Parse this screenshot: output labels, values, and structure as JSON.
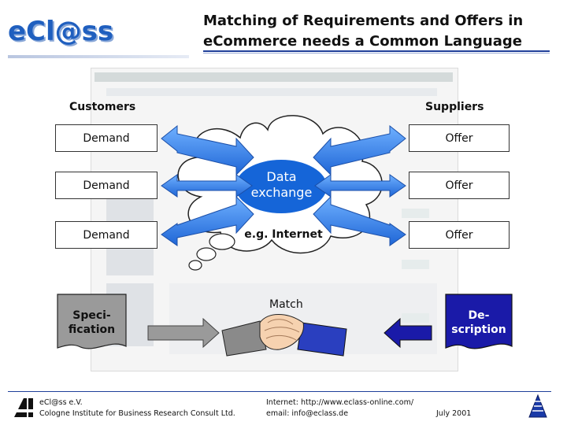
{
  "header": {
    "logo": "eCl@ss",
    "title_line1": "Matching of Requirements and Offers in",
    "title_line2": "eCommerce needs a Common Language"
  },
  "diagram": {
    "customers_label": "Customers",
    "suppliers_label": "Suppliers",
    "demand_labels": [
      "Demand",
      "Demand",
      "Demand"
    ],
    "offer_labels": [
      "Offer",
      "Offer",
      "Offer"
    ],
    "data_exchange": "Data\nexchange",
    "internet_label": "e.g. Internet",
    "match_label": "Match",
    "specification": "Speci-\nfication",
    "description": "De-\nscription"
  },
  "footer": {
    "org": "eCl@ss e.V.",
    "institute": "Cologne Institute for Business Research Consult Ltd.",
    "internet": "Internet: http://www.eclass-online.com/",
    "email": "email: info@eclass.de",
    "date": "July 2001"
  },
  "colors": {
    "accent_blue": "#1f5fbf",
    "arrow_blue": "#2a7be0",
    "ellipse_blue": "#1565d8",
    "spec_gray": "#9a9a9a",
    "desc_blue": "#1a1aa8"
  }
}
